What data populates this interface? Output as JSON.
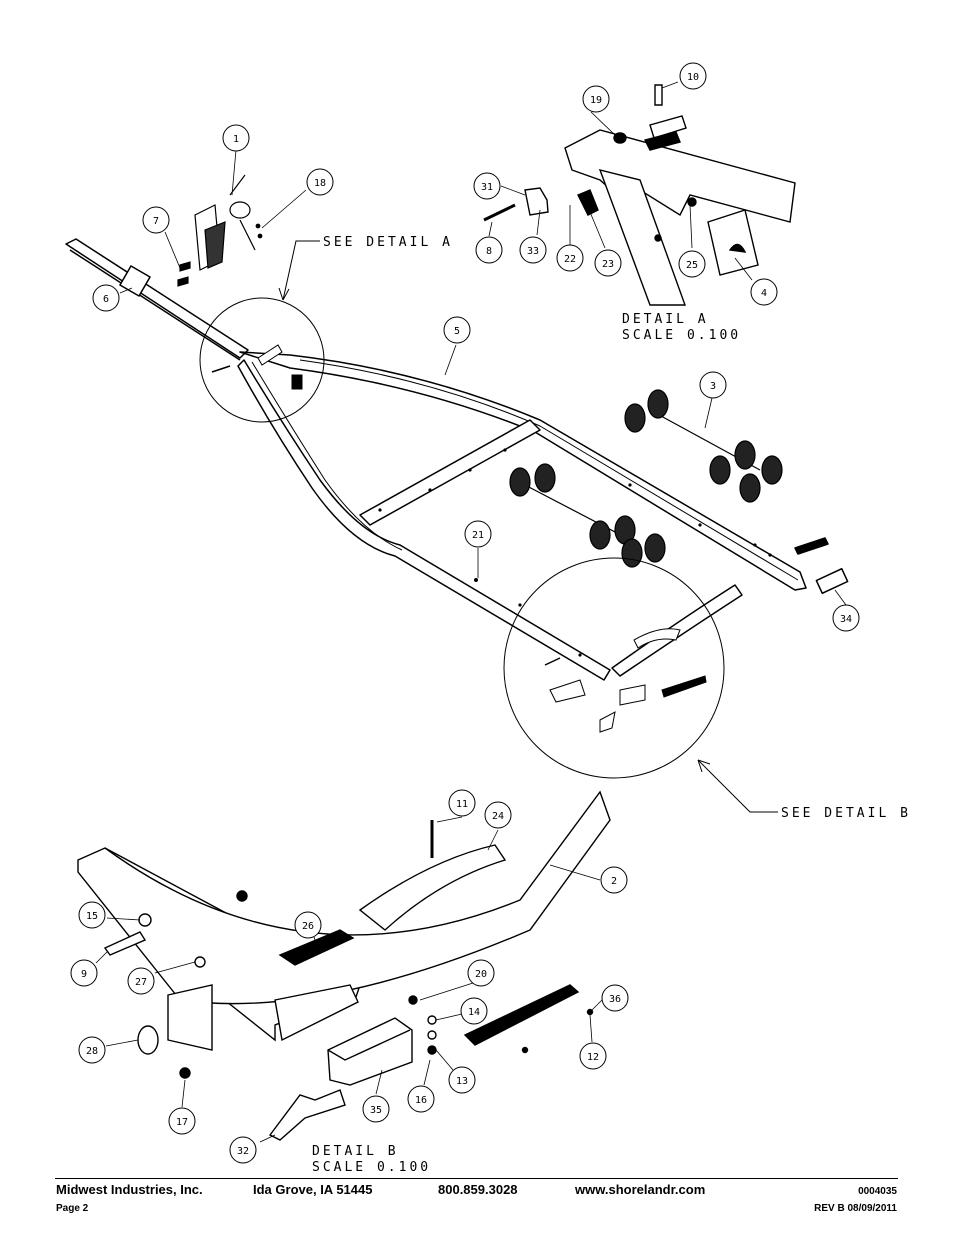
{
  "drawing": {
    "callouts": {
      "c1": "1",
      "c2": "2",
      "c3": "3",
      "c4": "4",
      "c5": "5",
      "c6": "6",
      "c7": "7",
      "c8": "8",
      "c9": "9",
      "c10": "10",
      "c11": "11",
      "c12": "12",
      "c13": "13",
      "c14": "14",
      "c15": "15",
      "c16": "16",
      "c17": "17",
      "c18": "18",
      "c19": "19",
      "c20": "20",
      "c21": "21",
      "c22": "22",
      "c23": "23",
      "c24": "24",
      "c25": "25",
      "c26": "26",
      "c27": "27",
      "c28": "28",
      "c31": "31",
      "c32": "32",
      "c33": "33",
      "c34": "34",
      "c35": "35",
      "c36": "36"
    },
    "see_detail_a": "SEE DETAIL A",
    "see_detail_b": "SEE DETAIL B",
    "detail_a": {
      "title": "DETAIL A",
      "scale": "SCALE 0.100"
    },
    "detail_b": {
      "title": "DETAIL B",
      "scale": "SCALE 0.100"
    }
  },
  "footer": {
    "company": "Midwest Industries, Inc.",
    "location": "Ida Grove, IA  51445",
    "phone": "800.859.3028",
    "website": "www.shorelandr.com",
    "part_number": "0004035",
    "page": "Page 2",
    "revision": "REV B  08/09/2011"
  }
}
